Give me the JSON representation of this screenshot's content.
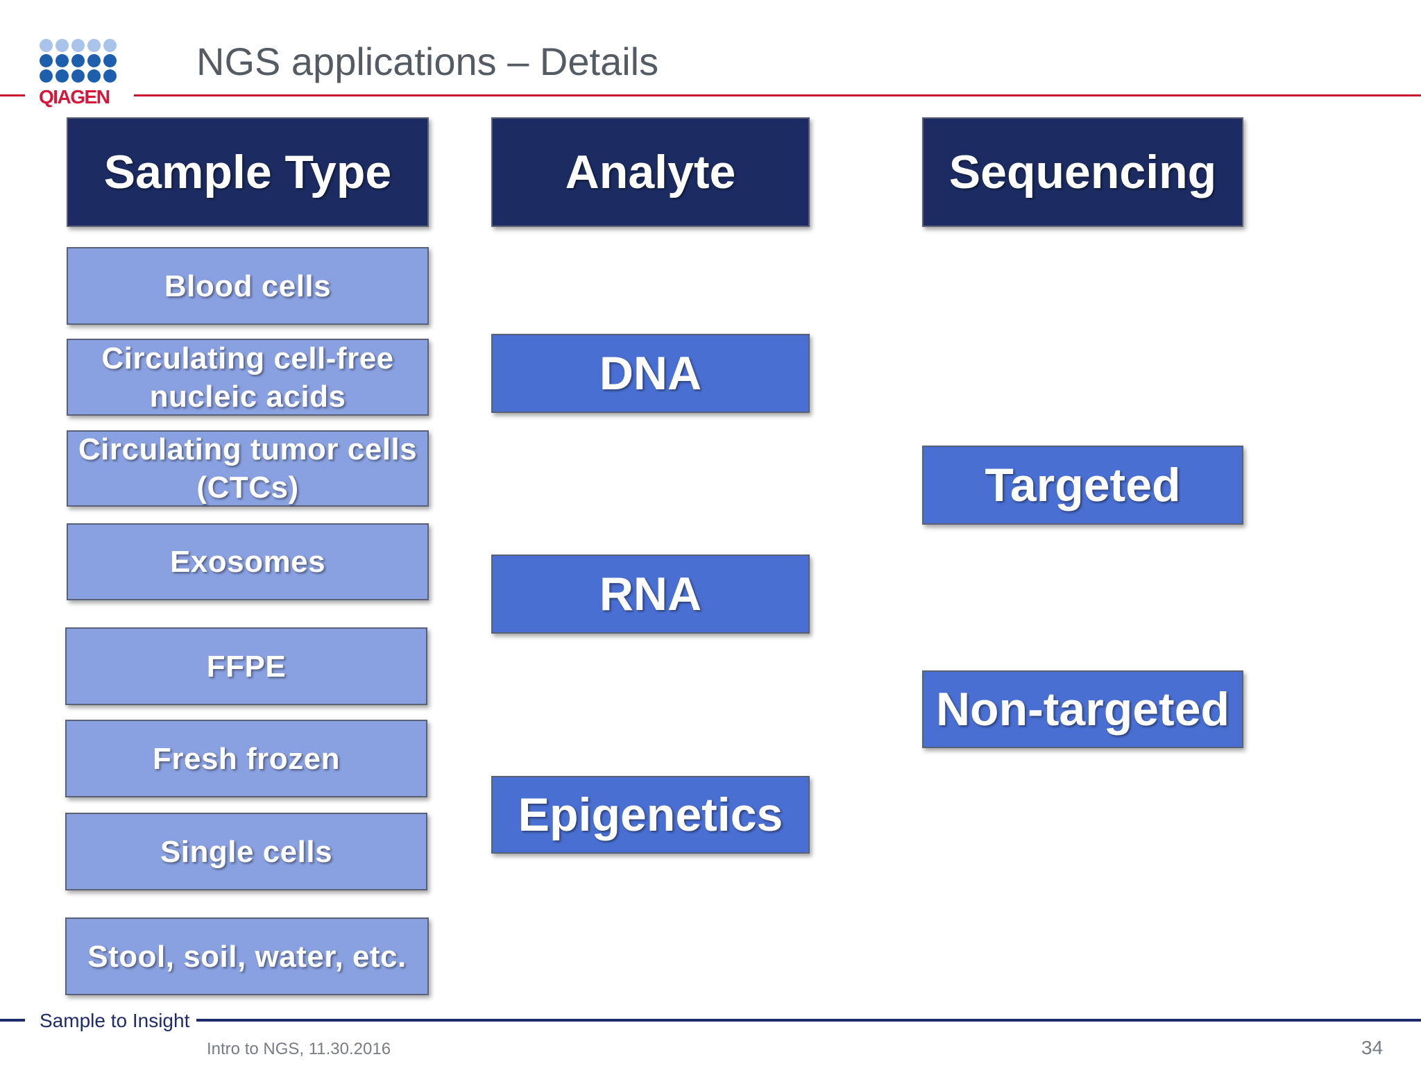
{
  "logo": {
    "text": "QIAGEN"
  },
  "title": "NGS applications – Details",
  "headers": {
    "sample_type": "Sample Type",
    "analyte": "Analyte",
    "sequencing": "Sequencing"
  },
  "sample_types": [
    "Blood cells",
    "Circulating cell-free nucleic acids",
    "Circulating tumor cells (CTCs)",
    "Exosomes",
    "FFPE",
    "Fresh frozen",
    "Single cells",
    "Stool, soil, water, etc."
  ],
  "analytes": [
    "DNA",
    "RNA",
    "Epigenetics"
  ],
  "sequencing": [
    "Targeted",
    "Non-targeted"
  ],
  "footer": {
    "tagline": "Sample to Insight",
    "info": "Intro to NGS, 11.30.2016",
    "page_number": "34"
  },
  "colors": {
    "header_navy": "#1c2c63",
    "sample_light_blue": "#8aa1e1",
    "analyte_blue": "#4a6fd2",
    "brand_red": "#c8102e"
  }
}
